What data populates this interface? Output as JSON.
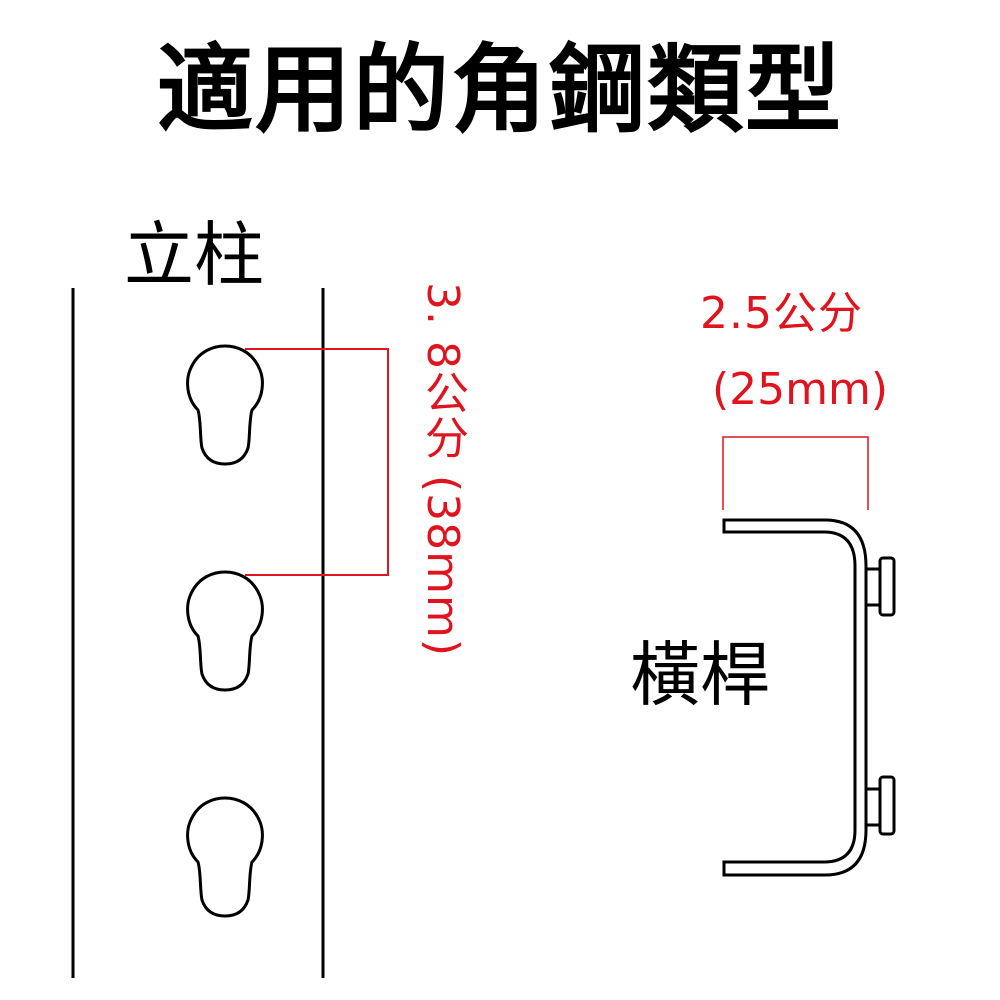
{
  "title": "適用的角鋼類型",
  "post": {
    "label": "立柱",
    "hole_spacing": {
      "text": "3. 8公分 (38mm)",
      "color": "#e0141e"
    },
    "hole_count": 3
  },
  "crossbar": {
    "label": "橫桿",
    "width_dimension": {
      "line1": "2.5公分",
      "line2": "(25mm)",
      "color": "#e0141e"
    }
  },
  "colors": {
    "outline": "#000000",
    "dimension": "#e0141e",
    "background": "#ffffff"
  }
}
